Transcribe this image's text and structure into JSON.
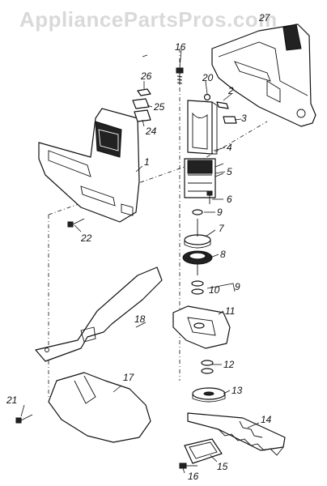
{
  "watermark": "AppliancePartsPros.com",
  "callouts": [
    "1",
    "2",
    "3",
    "4",
    "5",
    "6",
    "7",
    "8",
    "9",
    "9",
    "10",
    "11",
    "12",
    "13",
    "14",
    "15",
    "16",
    "16",
    "17",
    "18",
    "20",
    "21",
    "22",
    "24",
    "25",
    "26",
    "27"
  ]
}
